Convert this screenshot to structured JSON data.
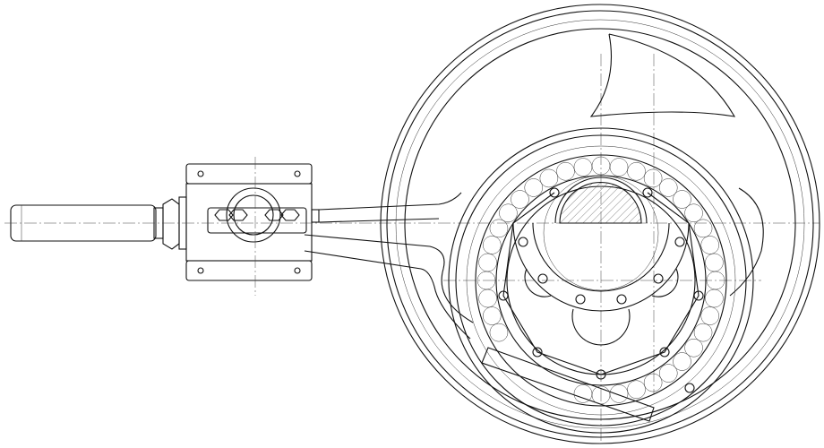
{
  "drawing": {
    "line_color": "#111111",
    "background_color": "#ffffff",
    "parts": [
      "handle",
      "clamp-block",
      "arm",
      "outer-wheel",
      "bearing-ring",
      "hub",
      "bolts",
      "brake-pad"
    ]
  }
}
